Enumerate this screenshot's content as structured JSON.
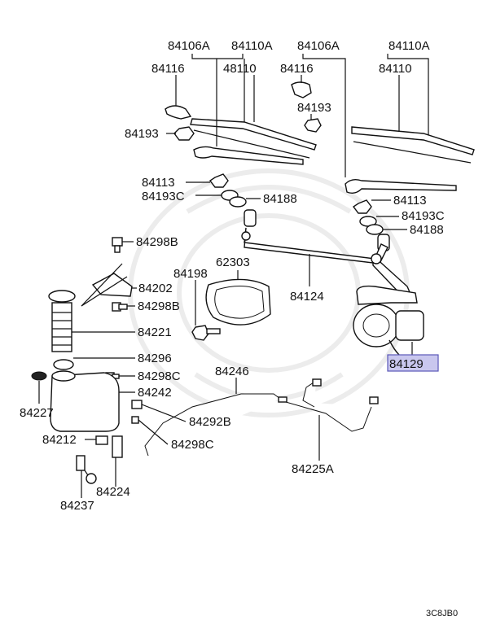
{
  "labels": {
    "wiper_blade_assy_left": "84106A",
    "wiper_blade_left": "84110A",
    "wiper_blade_assy_right": "84106A",
    "wiper_blade_right": "84110A",
    "cap_left": "84116",
    "blade_refill_left": "48110",
    "cap_right": "84116",
    "blade_refill_right": "84110",
    "nut_left": "84193",
    "nut_center": "84193",
    "pivot_nut_left": "84113",
    "pivot_washer_left": "84193C",
    "pivot_seal_left": "84188",
    "pivot_nut_right": "84113",
    "pivot_washer_right": "84193C",
    "pivot_seal_right": "84188",
    "bolt_top": "84298B",
    "motor_bolt": "84198",
    "gasket": "62303",
    "linkage": "84124",
    "bracket": "84202",
    "bolt_mid": "84298B",
    "filler_neck": "84221",
    "grommet": "84296",
    "clip_c": "84298C",
    "tank": "84242",
    "cap": "84227",
    "hose": "84246",
    "clip_b": "84292B",
    "clip_c2": "84298C",
    "pump": "84212",
    "connector": "84224",
    "level_sensor": "84237",
    "harness": "84225A",
    "motor": "84129",
    "diagram_code": "3C8JB0"
  },
  "highlight": {
    "part": "84129",
    "color": "#c9c7ee"
  }
}
